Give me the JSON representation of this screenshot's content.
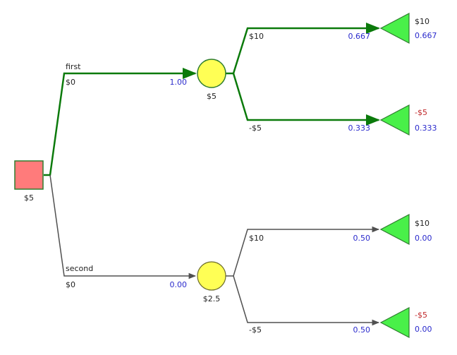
{
  "colors": {
    "optimal_branch": "#0b7a0b",
    "other_branch": "#505050",
    "decision_node_fill": "#ff7b7b",
    "chance_node_fill": "#ffff55",
    "terminal_node_fill": "#49f049",
    "probability_text": "#2a2acc",
    "negative_value_text": "#c0282a"
  },
  "decision_node": {
    "value": "$5"
  },
  "branches": [
    {
      "name": "first",
      "payoff": "$0",
      "probability": "1.00",
      "optimal": true,
      "chance_node": {
        "value": "$5"
      },
      "outcomes": [
        {
          "payoff": "$10",
          "probability": "0.667",
          "terminal_value": "$10",
          "terminal_probability": "0.667",
          "negative": false
        },
        {
          "payoff": "-$5",
          "probability": "0.333",
          "terminal_value": "-$5",
          "terminal_probability": "0.333",
          "negative": true
        }
      ]
    },
    {
      "name": "second",
      "payoff": "$0",
      "probability": "0.00",
      "optimal": false,
      "chance_node": {
        "value": "$2.5"
      },
      "outcomes": [
        {
          "payoff": "$10",
          "probability": "0.50",
          "terminal_value": "$10",
          "terminal_probability": "0.00",
          "negative": false
        },
        {
          "payoff": "-$5",
          "probability": "0.50",
          "terminal_value": "-$5",
          "terminal_probability": "0.00",
          "negative": true
        }
      ]
    }
  ]
}
